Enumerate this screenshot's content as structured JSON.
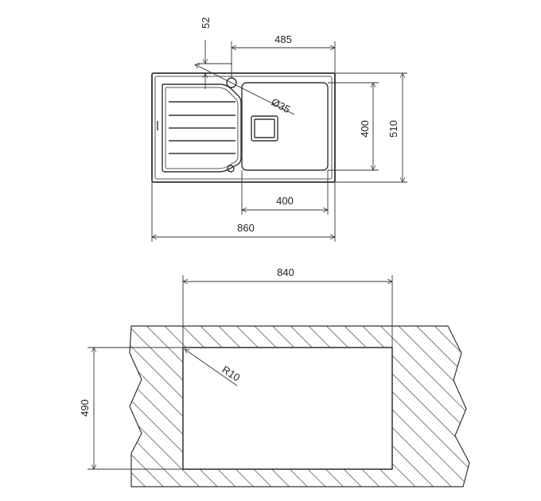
{
  "top_view": {
    "dim_52": "52",
    "dim_485": "485",
    "dim_dia35": "Ø35",
    "dim_400_vertical": "400",
    "dim_510": "510",
    "dim_400_horizontal": "400",
    "dim_860": "860"
  },
  "cutout_view": {
    "dim_840": "840",
    "dim_490": "490",
    "dim_r10": "R10"
  },
  "colors": {
    "line": "#333333",
    "hatch": "#444444",
    "background": "#ffffff"
  }
}
